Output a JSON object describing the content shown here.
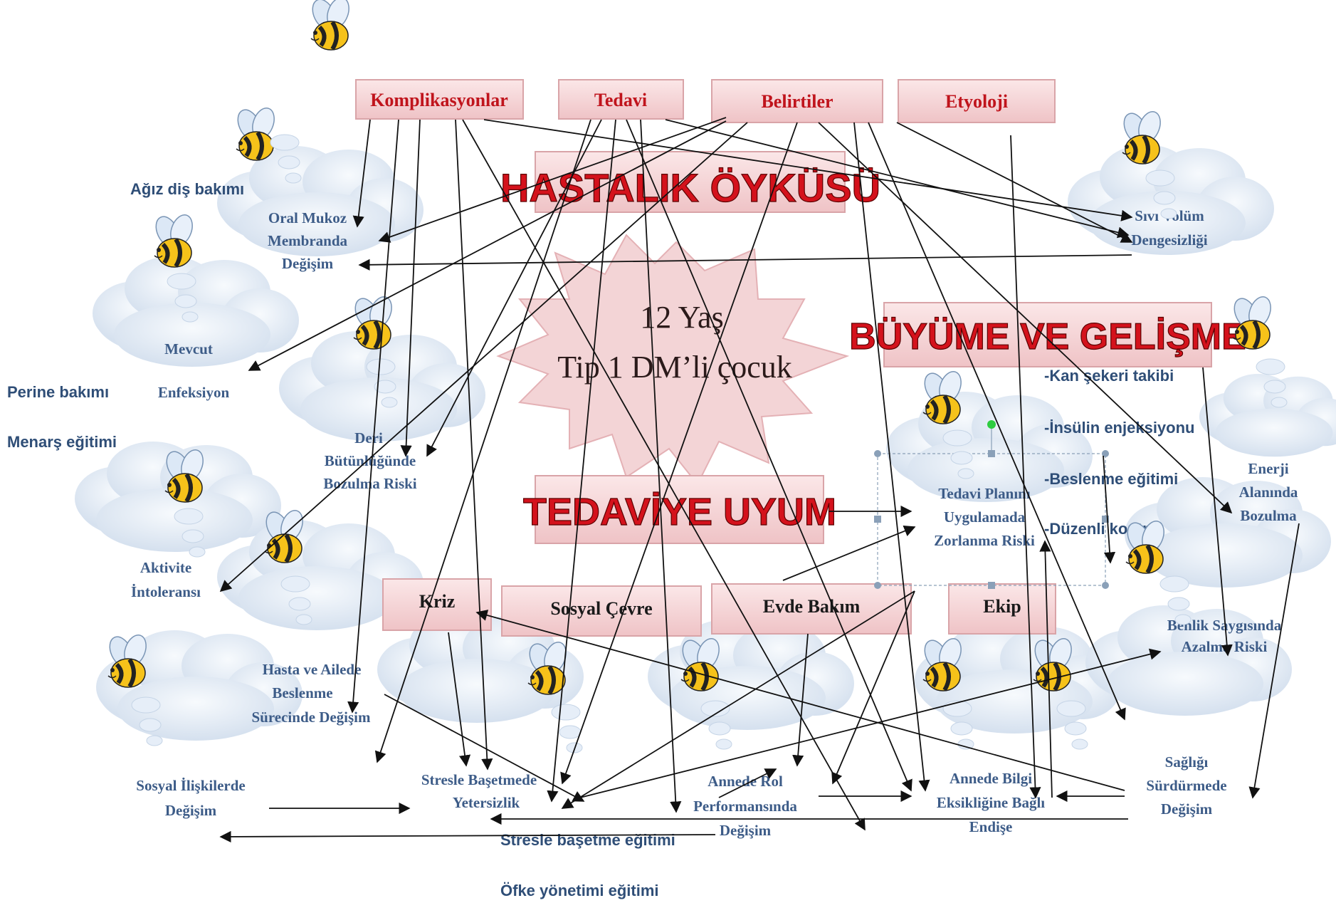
{
  "categories": {
    "komplikasyonlar": "Komplikasyonlar",
    "tedavi": "Tedavi",
    "belirtiler": "Belirtiler",
    "etyoloji": "Etyoloji"
  },
  "headings": {
    "hastalik_oykusu": "HASTALIK ÖYKÜSÜ",
    "buyume_gelisme": "BÜYÜME VE GELİŞME",
    "tedaviye_uyum": "TEDAVİYE UYUM"
  },
  "center": {
    "line1": "12 Yaş",
    "line2": "Tip 1 DM’li çocuk"
  },
  "factors": {
    "kriz": "Kriz",
    "sosyal_cevre": "Sosyal Çevre",
    "evde_bakim": "Evde Bakım",
    "ekip": "Ekip"
  },
  "diagnoses": {
    "oral_mukoz": [
      "Oral Mukoz",
      "Membranda",
      "Değişim"
    ],
    "sivi_volum": [
      "Sıvı Volüm",
      "Dengesizliği"
    ],
    "mevcut_enfeksiyon": [
      "Mevcut",
      "Enfeksiyon"
    ],
    "deri_butunlugu": [
      "Deri",
      "Bütünlüğünde",
      "Bozulma Riski"
    ],
    "aktivite": [
      "Aktivite",
      "İntoleransı"
    ],
    "tedavi_plani": [
      "Tedavi Planını",
      "Uygulamada",
      "Zorlanma Riski"
    ],
    "enerji": [
      "Enerji",
      "Alanında",
      "Bozulma"
    ],
    "benlik": [
      "Benlik Saygısında",
      "Azalma Riski"
    ],
    "hasta_aile": [
      "Hasta ve Ailede",
      "Beslenme",
      "Sürecinde Değişim"
    ],
    "sosyal_iliski": [
      "Sosyal İlişkilerde",
      "Değişim"
    ],
    "stres": [
      "Stresle Başetmede",
      "Yetersizlik"
    ],
    "anne_rol": [
      "Annede Rol",
      "Performansında",
      "Değişim"
    ],
    "anne_bilgi": [
      "Annede Bilgi",
      "Eksikliğine Bağlı",
      "Endişe"
    ],
    "sagligi": [
      "Sağlığı",
      "Sürdürmede",
      "Değişim"
    ]
  },
  "notes": {
    "agiz": "Ağız diş bakımı",
    "perine": "Perine bakımı",
    "menars": "Menarş eğitimi",
    "kan_sekeri": "-Kan şekeri takibi",
    "insulin": "-İnsülin enjeksiyonu",
    "beslenme": "-Beslenme eğitimi",
    "duzenli": "-Düzenli kontrol",
    "stres_egitimi": "Stresle başetme eğitimi",
    "ofke": "Öfke yönetimi eğitimi"
  },
  "colors": {
    "box_fill": "#f4d6d8",
    "box_border": "#d9a4a8",
    "cloud_fill": "#e3ecf6",
    "cloud_text": "#3d5c88",
    "heading_red": "#d4121c",
    "star_fill": "#f3d4d6",
    "note_text": "#2f4e77"
  }
}
